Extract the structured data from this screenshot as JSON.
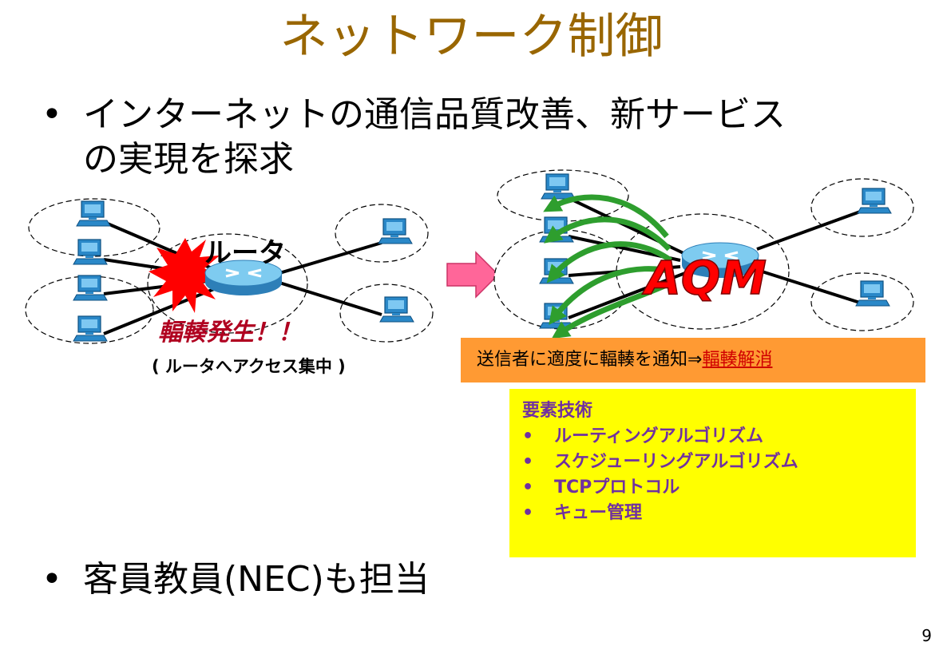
{
  "title": "ネットワーク制御",
  "bullets": [
    {
      "line1": "インターネットの通信品質改善、新サービス",
      "line2": "の実現を探求"
    },
    {
      "line1": "客員教員(NEC)も担当"
    }
  ],
  "diagram": {
    "left": {
      "router_label": "ルータ",
      "congestion_label": "輻輳発生！！",
      "congestion_note": "( ルータへアクセス集中 )"
    },
    "right": {
      "aqm_label": "AQM"
    },
    "notice": {
      "text": "送信者に適度に輻輳を通知⇒",
      "highlight": "輻輳解消"
    }
  },
  "tech_box": {
    "heading": "要素技術",
    "items": [
      "ルーティングアルゴリズム",
      "スケジューリングアルゴリズム",
      "TCPプロトコル",
      "キュー管理"
    ]
  },
  "page_number": "9",
  "colors": {
    "title": "#996600",
    "arrow": "#ff6699",
    "notice_bg": "#ff9a33",
    "tech_bg": "#ffff00",
    "tech_text": "#7030a0",
    "congestion_text": "#b00020",
    "aqm_text": "#ff0000",
    "feedback_arrows": "#2e9e2e"
  }
}
